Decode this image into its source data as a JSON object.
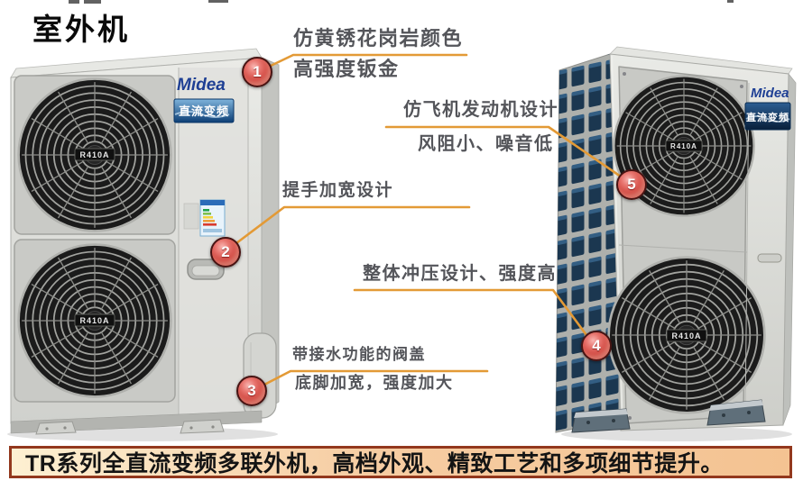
{
  "page": {
    "title": "室外机"
  },
  "callouts": [
    {
      "number": "1",
      "line1": "仿黄锈花岗岩颜色",
      "line2": "高强度钣金"
    },
    {
      "number": "2",
      "line1": "提手加宽设计"
    },
    {
      "number": "3",
      "line1": "带接水功能的阀盖",
      "line2": "底脚加宽，强度加大"
    },
    {
      "number": "4",
      "line1": "整体冲压设计、强度高"
    },
    {
      "number": "5",
      "line1": "仿飞机发动机设计",
      "line2": "风阻小、噪音低"
    }
  ],
  "left_unit": {
    "brand": "Midea",
    "badge": "直流变频",
    "fan_label_top": "R410A",
    "fan_label_bottom": "R410A"
  },
  "right_unit": {
    "brand": "Midea",
    "badge": "直流变频",
    "fan_label_top": "R410A",
    "fan_label_bottom": "R410A"
  },
  "banner": {
    "text": "TR系列全直流变频多联外机，高档外观、精致工艺和多项细节提升。"
  },
  "colors": {
    "accent_line": "#e39a36",
    "callout_text": "#54555a",
    "marker_red": "#c9302c",
    "banner_bg": "#f5c99e",
    "banner_border": "#93381d",
    "midea_blue": "#1e3f94"
  }
}
